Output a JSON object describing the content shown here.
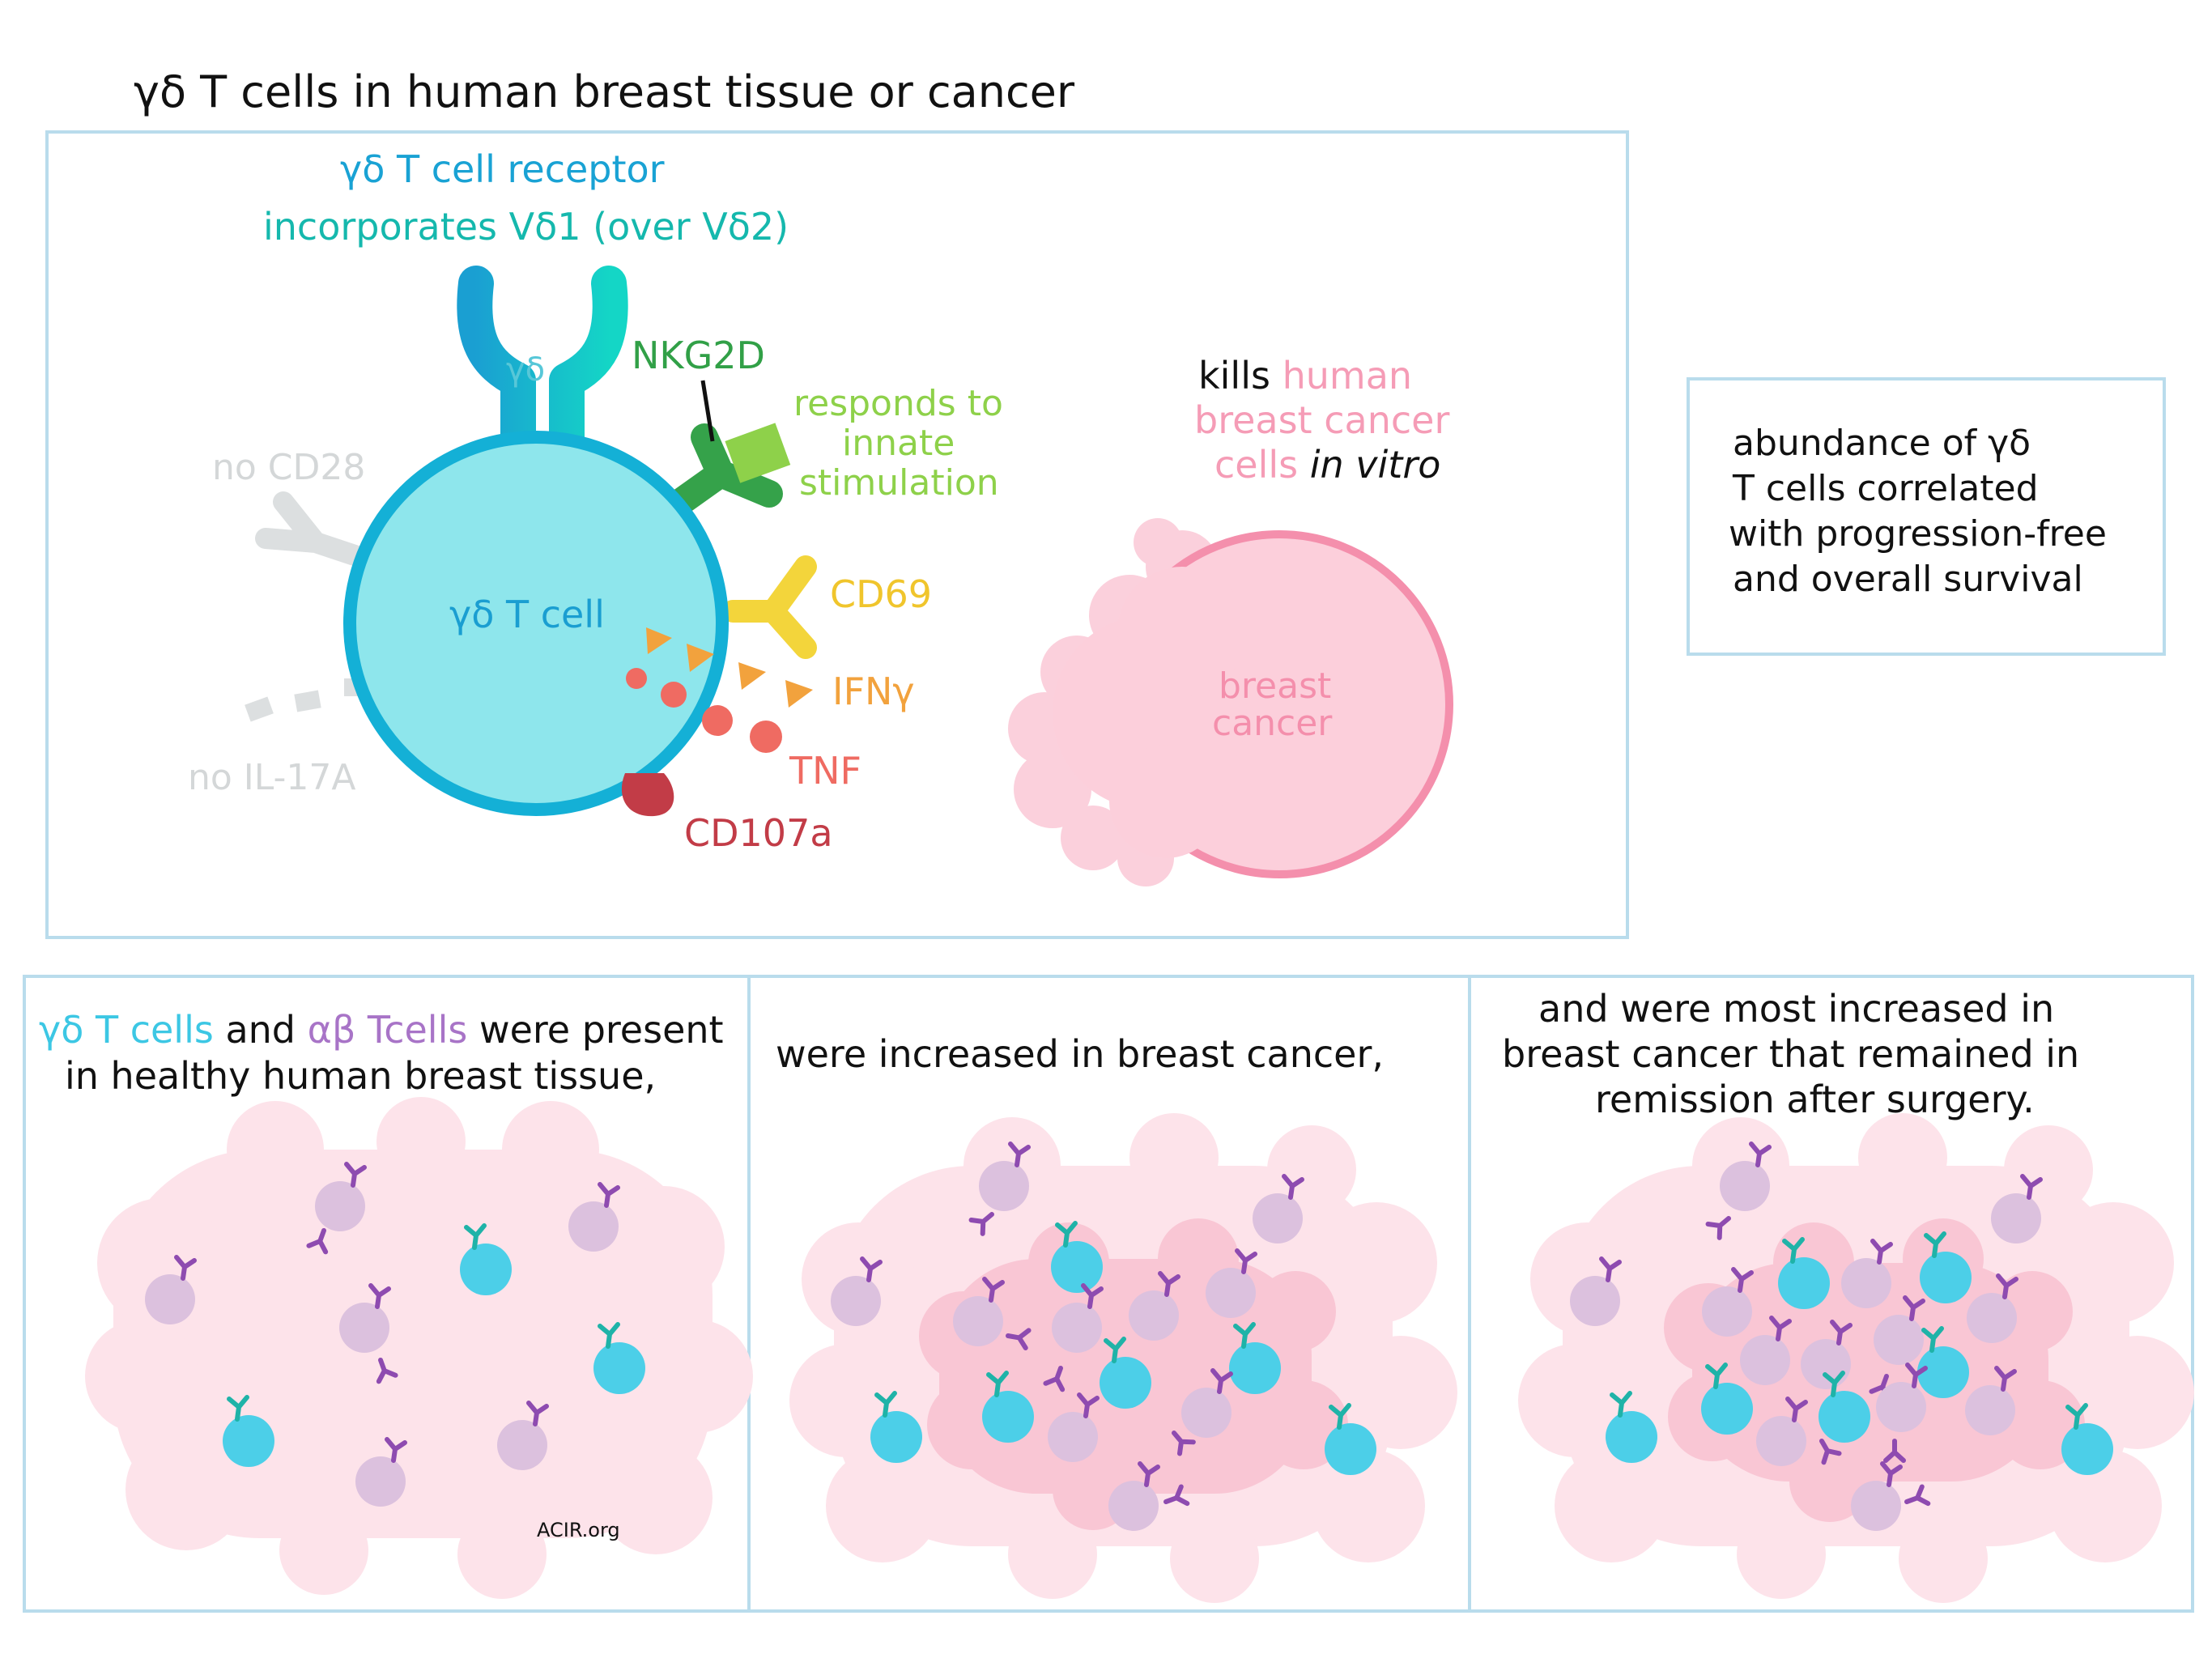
{
  "title": "γδ T cells in human breast tissue or cancer",
  "top": {
    "receptor_line1_a": "γδ T cell",
    "receptor_line1_b": " receptor",
    "receptor_line2": "incorporates Vδ1 (over Vδ2)",
    "receptor_inner": "γδ",
    "cell_label": "γδ T cell",
    "no_cd28": "no CD28",
    "no_il17a": "no IL-17A",
    "nkg2d": "NKG2D",
    "innate_1": "responds to",
    "innate_2": "innate",
    "innate_3": "stimulation",
    "cd69": "CD69",
    "ifng": "IFNγ",
    "tnf": "TNF",
    "cd107a": "CD107a",
    "kills_1a": "kills",
    "kills_1b": " human",
    "kills_2": "breast cancer",
    "kills_3a": "cells",
    "kills_3b": " in vitro",
    "cancer_1": "breast",
    "cancer_2": "cancer"
  },
  "sidebox": {
    "line1": "abundance of γδ",
    "line2": "T cells correlated",
    "line3": "with progression-free",
    "line4": "and overall survival"
  },
  "panels": {
    "p1_line1_a": "γδ T cells",
    "p1_line1_b": " and ",
    "p1_line1_c": "αβ Tcells",
    "p1_line1_d": " were present",
    "p1_line2": "in healthy human breast tissue,",
    "p2_line1": "were increased in breast cancer,",
    "p3_line1": "and were most increased in",
    "p3_line2": "breast cancer that remained in",
    "p3_line3": "remission after surgery."
  },
  "credit": "ACIR.org",
  "colors": {
    "gd_cell": "#4ccfe8",
    "ab_cell": "#dcc1de",
    "gd_receptor": "#1fb3a8",
    "ab_receptor": "#8e4bb0",
    "tissue": "#fde3ea",
    "tumor": "#f9c6d4",
    "frame": "#b9dcec"
  }
}
